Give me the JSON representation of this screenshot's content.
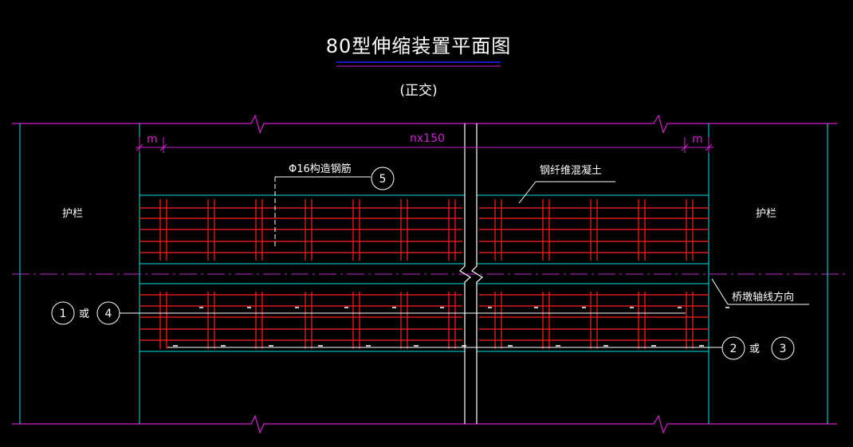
{
  "drawing": {
    "title": "80型伸缩装置平面图",
    "subtitle": "(正交)",
    "dim_top": "nx150",
    "dim_m_left": "m",
    "dim_m_right": "m",
    "guardrail_left": "护栏",
    "guardrail_right": "护栏",
    "rebar_label": "Φ16构造钢筋",
    "concrete_label": "钢纤维混凝土",
    "axis_label": "桥墩轴线方向",
    "callout_5": "5",
    "callout_1": "1",
    "callout_4": "4",
    "callout_2": "2",
    "callout_3": "3",
    "or_left": "或",
    "or_right": "或"
  },
  "colors": {
    "background": "#000000",
    "outline": "#00e5e5",
    "dimension": "#d020d0",
    "rebar": "#ff2020",
    "text": "#ffffff",
    "title_underline": "#2020ff"
  }
}
